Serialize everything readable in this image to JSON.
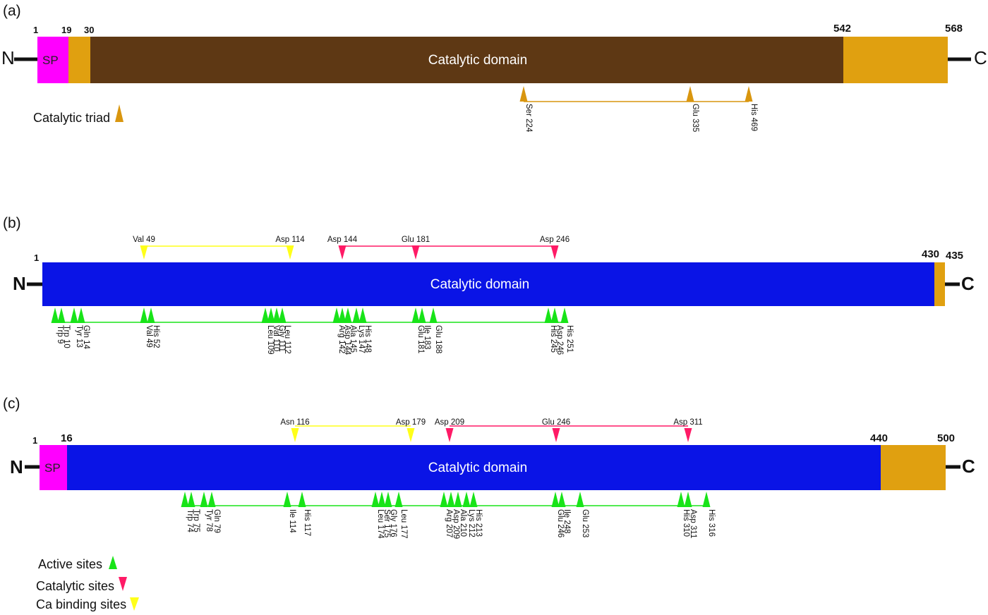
{
  "colors": {
    "sp": "#ff00ff",
    "linker": "#e0a010",
    "domain_a": "#5e3814",
    "domain_bc": "#0a14e6",
    "triad": "#d9960f",
    "active": "#18e418",
    "catalytic": "#ff1a66",
    "ca": "#ffff19"
  },
  "panels": [
    {
      "label": "(a)",
      "n_term": "N",
      "c_term": "C",
      "sp_label": "SP",
      "domain_label": "Catalytic domain",
      "positions": [
        "1",
        "19",
        "30",
        "542",
        "568"
      ],
      "triad": {
        "legend": "Catalytic triad",
        "icon": "triangle-up-icon",
        "sites": [
          "Ser 224",
          "Glu 335",
          "His 469"
        ]
      }
    },
    {
      "label": "(b)",
      "n_term": "N",
      "c_term": "C",
      "domain_label": "Catalytic domain",
      "positions": [
        "1",
        "430",
        "435"
      ],
      "ca_sites": [
        "Val 49",
        "Asp 114"
      ],
      "catalytic_sites": [
        "Asp 144",
        "Glu 181",
        "Asp 246"
      ],
      "active_sites": [
        "Trp 9",
        "Trp 10",
        "Tyr 13",
        "Gln 14",
        "Val 49",
        "His 52",
        "Leu 109",
        "Val 110",
        "Gly 111",
        "Leu 112",
        "Arg 142",
        "Asp 144",
        "Ala 145",
        "Lys 147",
        "His 148",
        "Glu 181",
        "Ile 183",
        "Glu 188",
        "His 245",
        "Asp 246",
        "His 251"
      ]
    },
    {
      "label": "(c)",
      "n_term": "N",
      "c_term": "C",
      "sp_label": "SP",
      "domain_label": "Catalytic domain",
      "positions": [
        "1",
        "16",
        "440",
        "500"
      ],
      "ca_sites": [
        "Asn 116",
        "Asp 179"
      ],
      "catalytic_sites": [
        "Asp 209",
        "Glu 246",
        "Asp 311"
      ],
      "active_sites": [
        "Trp 74",
        "Trp 75",
        "Tyr 78",
        "Gln 79",
        "Ile 114",
        "His 117",
        "Leu 174",
        "Ser 175",
        "Gly 176",
        "Leu 177",
        "Arg 207",
        "Asp 209",
        "Ala 210",
        "Lys 212",
        "His 213",
        "Glu 246",
        "Ile 248",
        "Glu 253",
        "His 310",
        "Asp 311",
        "His 316"
      ]
    }
  ],
  "legend": {
    "active": "Active sites",
    "catalytic": "Catalytic sites",
    "ca": "Ca binding sites"
  }
}
